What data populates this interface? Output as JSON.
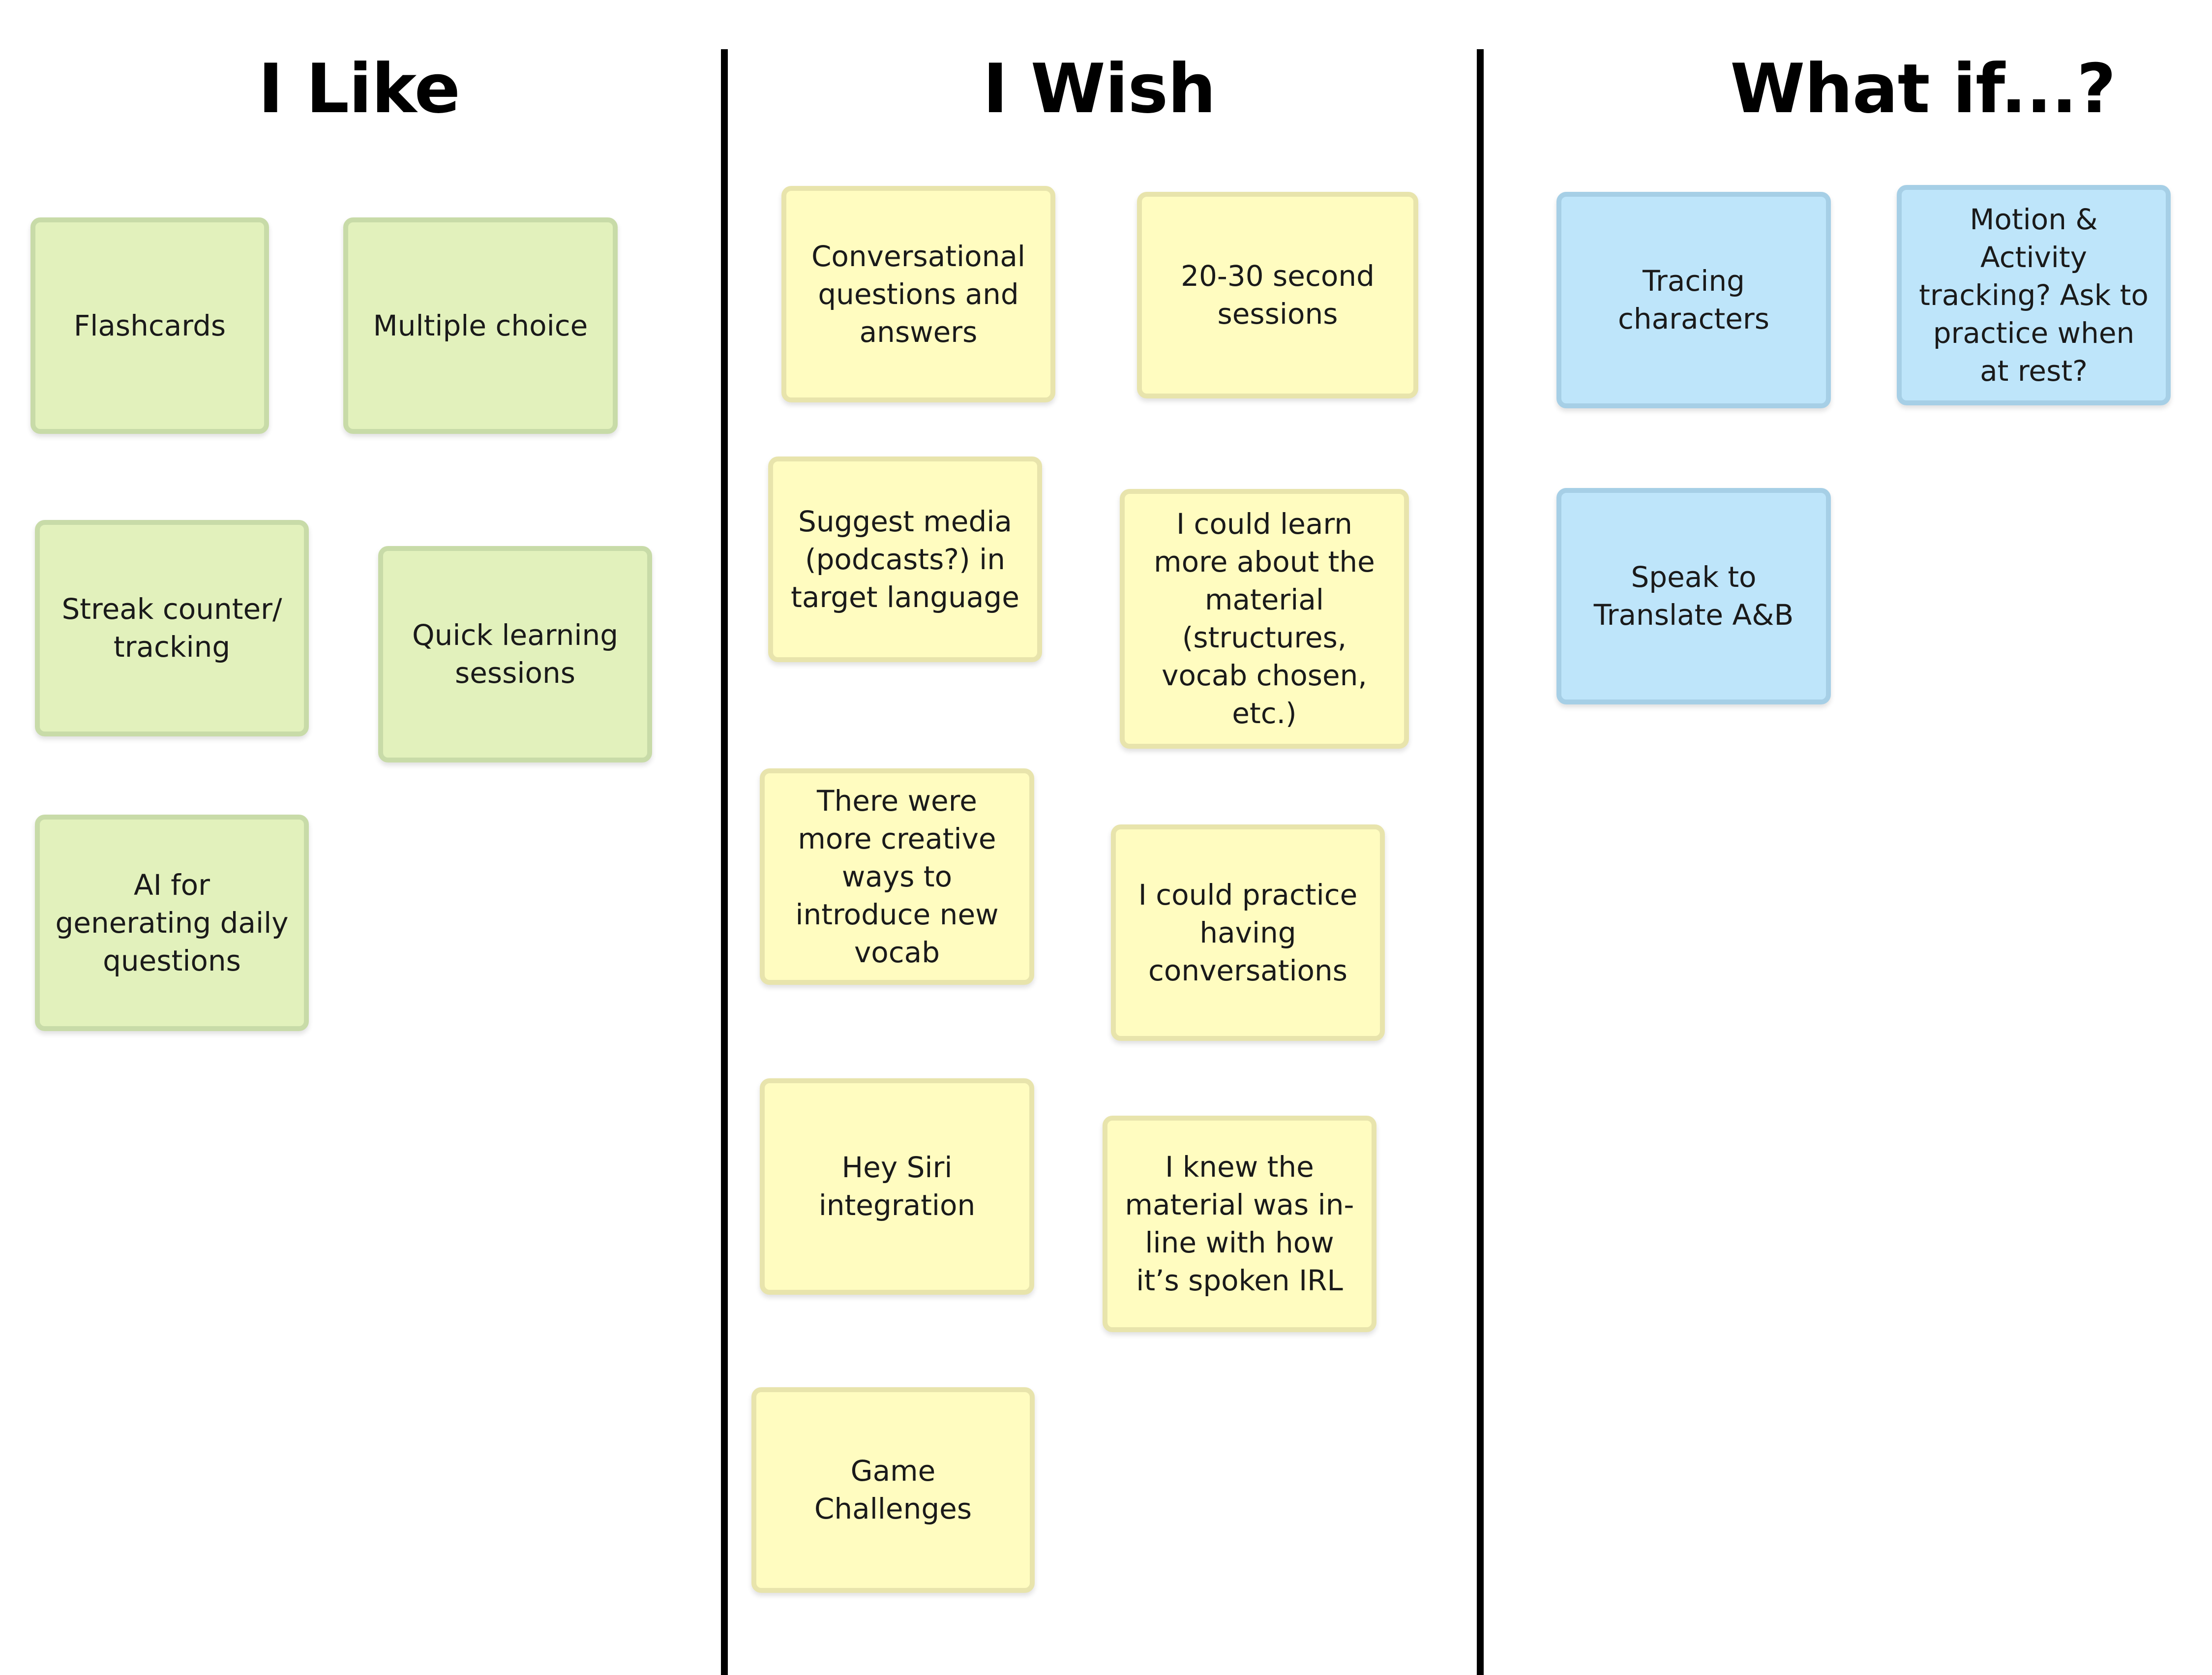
{
  "columns": [
    {
      "title": "I Like",
      "notes": [
        "Flashcards",
        "Multiple choice",
        "Streak counter/ tracking",
        "Quick learning sessions",
        "AI for generating daily questions"
      ]
    },
    {
      "title": "I Wish",
      "notes": [
        "Conversational questions and answers",
        "20-30 second sessions",
        "Suggest media (podcasts?) in target language",
        "I could learn more about the material (structures, vocab chosen, etc.)",
        "There were more creative ways to introduce new vocab",
        "I could practice having conversations",
        "Hey Siri integration",
        "I knew the material was in-line with how it’s spoken IRL",
        "Game Challenges"
      ]
    },
    {
      "title": "What if...?",
      "notes": [
        "Tracing characters",
        "Motion & Activity tracking? Ask to practice when at rest?",
        "Speak to Translate A&B"
      ]
    }
  ],
  "colors": {
    "like_note": "#e2f1bc",
    "wish_note": "#fffcc0",
    "whatif_note": "#bee5fa",
    "divider": "#000000"
  }
}
